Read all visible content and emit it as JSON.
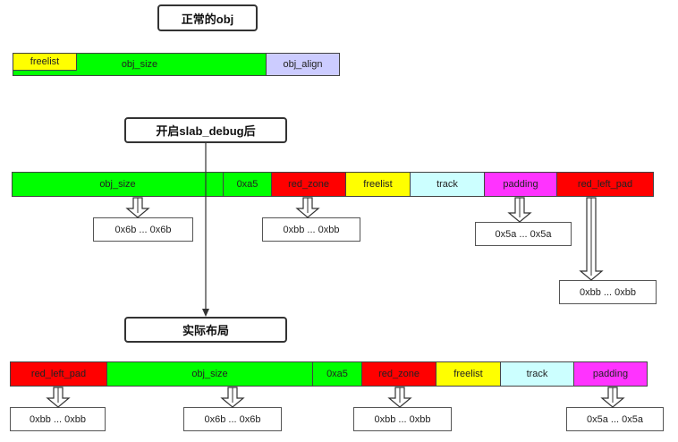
{
  "titles": {
    "normal": "正常的obj",
    "debug": "开启slab_debug后",
    "actual": "实际布局"
  },
  "normal_row": {
    "freelist": "freelist",
    "obj_size": "obj_size",
    "obj_align": "obj_align"
  },
  "debug_row": {
    "obj_size": "obj_size",
    "xa5": "0xa5",
    "red_zone": "red_zone",
    "freelist": "freelist",
    "track": "track",
    "padding": "padding",
    "red_left_pad": "red_left_pad"
  },
  "debug_notes": {
    "obj": "0x6b ... 0x6b",
    "red_zone": "0xbb ... 0xbb",
    "padding": "0x5a ... 0x5a",
    "red_left_pad": "0xbb ... 0xbb"
  },
  "actual_row": {
    "red_left_pad": "red_left_pad",
    "obj_size": "obj_size",
    "xa5": "0xa5",
    "red_zone": "red_zone",
    "freelist": "freelist",
    "track": "track",
    "padding": "padding"
  },
  "actual_notes": {
    "red_left_pad": "0xbb ... 0xbb",
    "obj": "0x6b ... 0x6b",
    "red_zone": "0xbb ... 0xbb",
    "padding": "0x5a ... 0x5a"
  },
  "colors": {
    "green": "#00ff00",
    "red": "#ff0000",
    "yellow": "#ffff00",
    "cyan": "#ccffff",
    "magenta": "#ff33ff",
    "lavender": "#ccccff"
  }
}
